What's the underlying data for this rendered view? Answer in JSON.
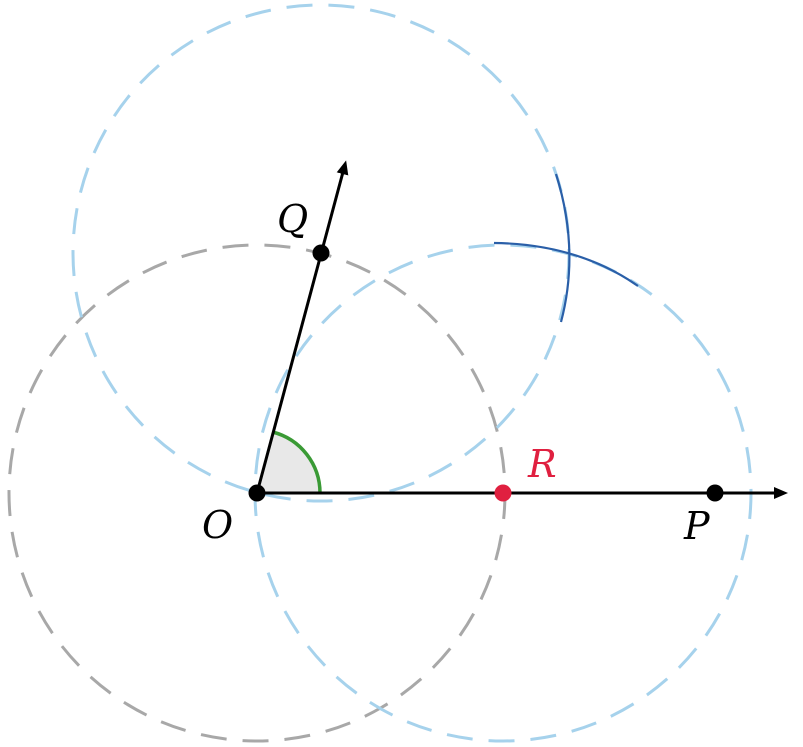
{
  "points": {
    "O": {
      "label": "O"
    },
    "Q": {
      "label": "Q"
    },
    "R": {
      "label": "R"
    },
    "P": {
      "label": "P"
    }
  },
  "colors": {
    "ray": "#000000",
    "point": "#000000",
    "midpoint": "#e02040",
    "circle_gray": "#a8a8a8",
    "circle_blue": "#a6d2ec",
    "arc_blue": "#2a5fa8",
    "angle_arc": "#3a9a35",
    "angle_fill": "#e8e8e8"
  }
}
